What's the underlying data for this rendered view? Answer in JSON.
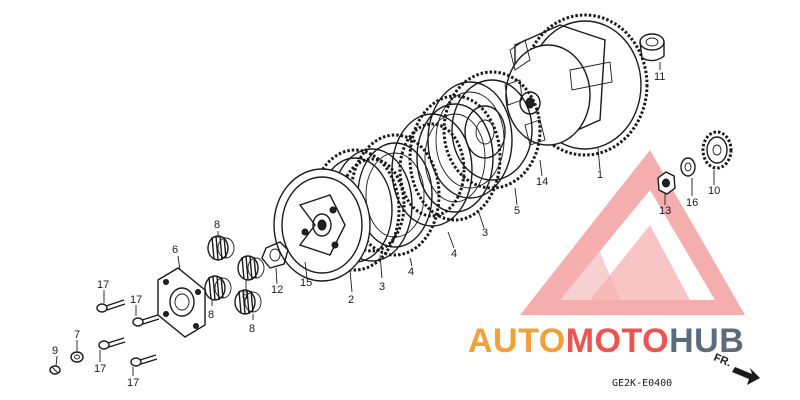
{
  "diagram": {
    "drawing_code": "GE2K-E0400",
    "direction_label": "FR.",
    "callouts": [
      "1",
      "2",
      "3",
      "3",
      "4",
      "4",
      "5",
      "6",
      "7",
      "8",
      "8",
      "8",
      "8",
      "9",
      "10",
      "11",
      "12",
      "13",
      "14",
      "15",
      "16",
      "17",
      "17",
      "17",
      "17"
    ]
  },
  "watermark": {
    "word1": "AUTO",
    "word2": "MOTO",
    "word3": "HUB",
    "color_orange": "#f2a03a",
    "color_red": "#ef5350",
    "color_dark": "#5a6b7a"
  }
}
